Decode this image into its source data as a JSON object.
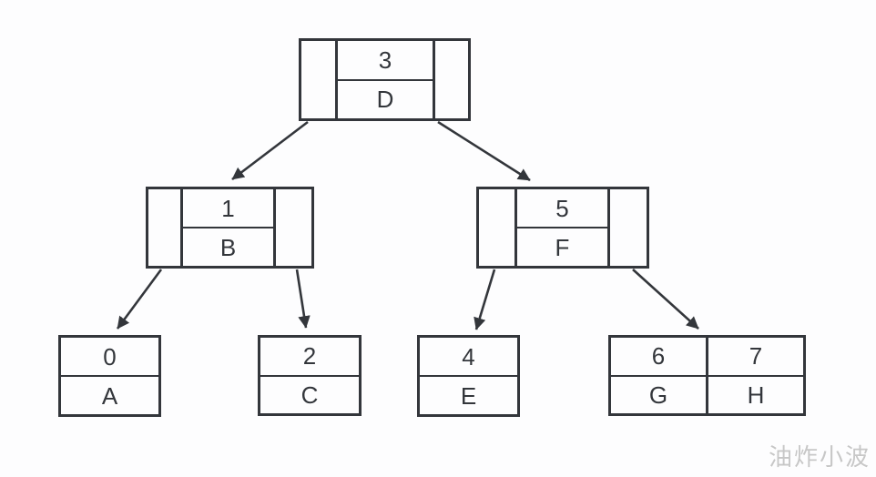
{
  "diagram": {
    "type": "binary-tree-nodes-with-pointer-cells",
    "watermark": "油炸小波"
  },
  "tree": {
    "root": {
      "key": "3",
      "value": "D"
    },
    "left": {
      "key": "1",
      "value": "B"
    },
    "right": {
      "key": "5",
      "value": "F"
    },
    "leaf_a": {
      "key": "0",
      "value": "A"
    },
    "leaf_c": {
      "key": "2",
      "value": "C"
    },
    "leaf_e": {
      "key": "4",
      "value": "E"
    },
    "leaf_gh": {
      "cells": [
        {
          "key": "6",
          "value": "G"
        },
        {
          "key": "7",
          "value": "H"
        }
      ]
    },
    "edges": [
      {
        "from": "root-left-pointer",
        "to": "node-1B"
      },
      {
        "from": "root-right-pointer",
        "to": "node-5F"
      },
      {
        "from": "node-1B-left-pointer",
        "to": "leaf-0A"
      },
      {
        "from": "node-1B-right-pointer",
        "to": "leaf-2C"
      },
      {
        "from": "node-5F-left-pointer",
        "to": "leaf-4E"
      },
      {
        "from": "node-5F-right-pointer",
        "to": "leaf-67GH"
      }
    ]
  },
  "colors": {
    "line": "#33363b",
    "text": "#33363b",
    "fill": "#fdfdfe",
    "watermark": "#c7c7c7"
  }
}
